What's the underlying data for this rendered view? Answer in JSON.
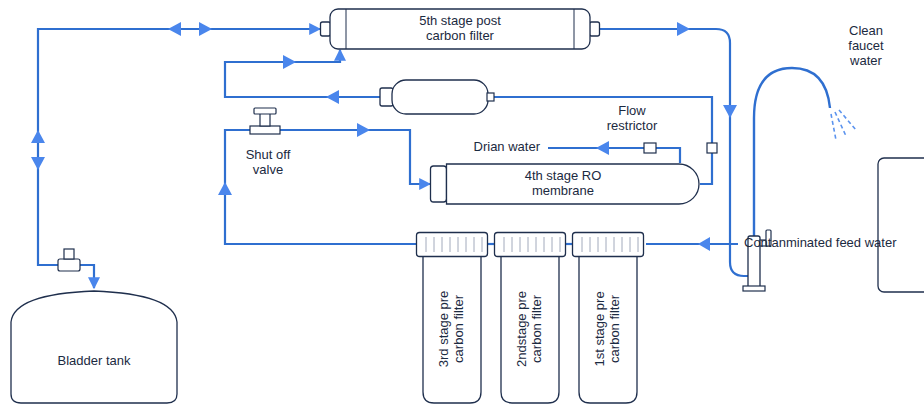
{
  "diagram": {
    "nodes": [
      {
        "text": [
          "5th stage post carbon filter"
        ]
      },
      {
        "text": [
          "4th stage RO membrane"
        ]
      },
      {
        "text": [
          "Bladder tank"
        ]
      },
      {
        "text": [
          "3rd stage pre carbon filter"
        ]
      },
      {
        "text": [
          "2ndstage pre carbon filter"
        ]
      },
      {
        "text": [
          "1st stage pre carbon filter"
        ]
      }
    ],
    "edges": [
      {
        "from": 5,
        "to": 4,
        "arrow": "none"
      },
      {
        "from": 4,
        "to": 3,
        "arrow": "none"
      },
      {
        "from": 3,
        "to": 1,
        "arrow": "to"
      },
      {
        "from": 1,
        "to": 0,
        "arrow": "to"
      },
      {
        "from": 0,
        "to": 2,
        "arrow": "both"
      }
    ],
    "labels": [
      "Shut off valve",
      "Flow restrictor",
      "Drian water",
      "Contanminated feed water",
      "Clean faucet water"
    ]
  }
}
